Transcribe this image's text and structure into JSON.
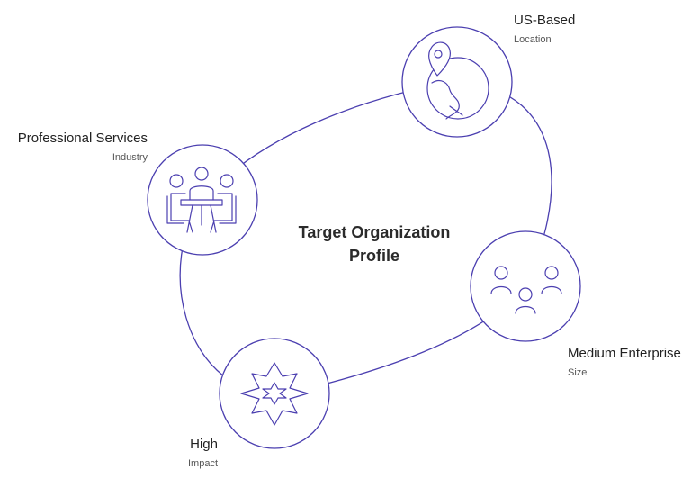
{
  "diagram": {
    "center": {
      "line1": "Target Organization",
      "line2": "Profile"
    },
    "nodes": [
      {
        "title": "US-Based",
        "subtitle": "Location",
        "icon": "globe-location-icon"
      },
      {
        "title": "Medium Enterprise",
        "subtitle": "Size",
        "icon": "people-group-icon"
      },
      {
        "title": "High",
        "subtitle": "Impact",
        "icon": "burst-star-icon"
      },
      {
        "title": "Professional Services",
        "subtitle": "Industry",
        "icon": "meeting-table-icon"
      }
    ]
  },
  "colors": {
    "accent": "#4b3fb0",
    "text": "#222222",
    "subtext": "#555555"
  }
}
